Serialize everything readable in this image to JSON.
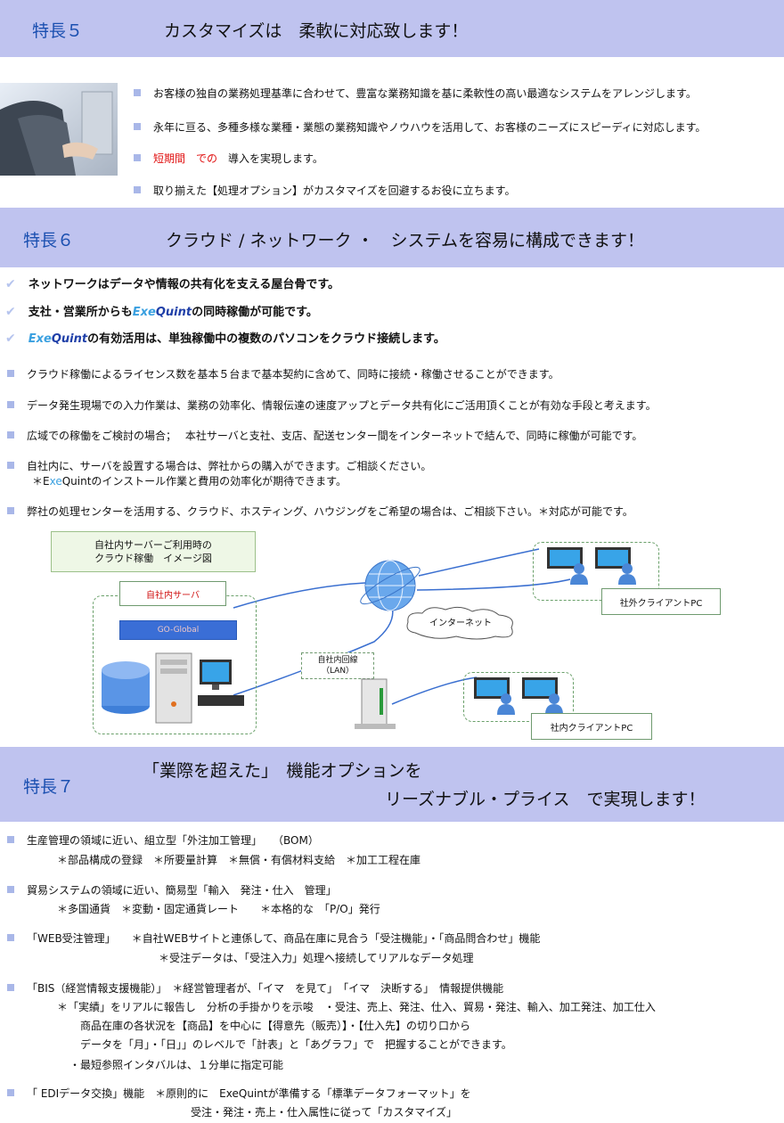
{
  "section5": {
    "number": "特長５",
    "title": "カスタマイズは　柔軟に対応致します！",
    "bullets": [
      "お客様の独自の業務処理基準に合わせて、豊富な業務知識を基に柔軟性の高い最適なシステムをアレンジします。",
      "永年に亘る、多種多様な業種・業態の業務知識やノウハウを活用して、お客様のニーズにスピーディに対応します。",
      "導入を実現します。",
      "取り揃えた【処理オプション】がカスタマイズを回避するお役に立ちます。"
    ],
    "highlight": "短期間　での"
  },
  "section6": {
    "number": "特長６",
    "title": "クラウド / ネットワーク ・　システムを容易に構成できます！",
    "checks": [
      "ネットワークはデータや情報の共有化を支える屋台骨です。",
      "支社・営業所からも",
      "の同時稼働が可能です。",
      "の有効活用は、単独稼働中の複数のパソコンをクラウド接続します。"
    ],
    "brand_a": "Exe",
    "brand_b": "Quint",
    "bullets": [
      "クラウド稼働によるライセンス数を基本５台まで基本契約に含めて、同時に接続・稼働させることができます。",
      "データ発生現場での入力作業は、業務の効率化、情報伝達の速度アップとデータ共有化にご活用頂くことが有効な手段と考えます。",
      "広域での稼働をご検討の場合；　 本社サーバと支社、支店、配送センター間をインターネットで結んで、同時に稼働が可能です。",
      "自社内に、サーバを設置する場合は、弊社からの購入ができます。ご相談ください。",
      "弊社の処理センターを活用する、クラウド、ホスティング、ハウジングをご希望の場合は、ご相談下さい。＊対応が可能です。"
    ],
    "sub_prefix": "＊E",
    "sub_xe": "xe",
    "sub_rest": "Quintのインストール作業と費用の効率化が期待できます。"
  },
  "diagram": {
    "caption_line1": "自社内サーバーご利用時の",
    "caption_line2": "クラウド稼働　イメージ図",
    "server_label": "自社内サーバ",
    "goglobal": "GO-Global",
    "internet": "インターネット",
    "lan_line1": "自社内回線",
    "lan_line2": "（LAN）",
    "external_pc": "社外クライアントPC",
    "internal_pc": "社内クライアントPC"
  },
  "section7": {
    "number": "特長７",
    "title1": "「業際を超えた」　機能オプションを",
    "title2": "リーズナブル・プライス　で実現します！",
    "items": [
      "生産管理の領域に近い、組立型「外注加工管理」　　（BOM）",
      "貿易システムの領域に近い、簡易型「輸入　発注・仕入　管理」",
      "「WEB受注管理」　　＊自社WEBサイトと連係して、商品在庫に見合う「受注機能」・「商品問合わせ」機能",
      "「BIS（経営情報支援機能）」　＊経営管理者が、「イマ　を見て」　「イマ　決断する」　情報提供機能",
      "「 EDIデータ交換」機能　＊原則的に　ExeQuintが準備する「標準データフォーマット」を"
    ],
    "subs": [
      "＊部品構成の登録　＊所要量計算　＊無償・有償材料支給　＊加工工程在庫",
      "＊多国通貨　＊変動・固定通貨レート　　＊本格的な　「P/O」発行",
      "＊受注データは、「受注入力」処理へ接続してリアルなデータ処理",
      "＊「実績」をリアルに報告し　分析の手掛かりを示唆　・受注、売上、発注、仕入、貿易・発注、輸入、加工発注、加工仕入",
      "商品在庫の各状況を【商品】を中心に【得意先（販売）】・【仕入先】の切り口から",
      "データを「月」・「日」」のレベルで「計表」と「あグラフ」で　把握することができます。",
      "・最短参照インタバルは、１分単に指定可能",
      "受注・発注・売上・仕入属性に従って「カスタマイズ」"
    ]
  }
}
